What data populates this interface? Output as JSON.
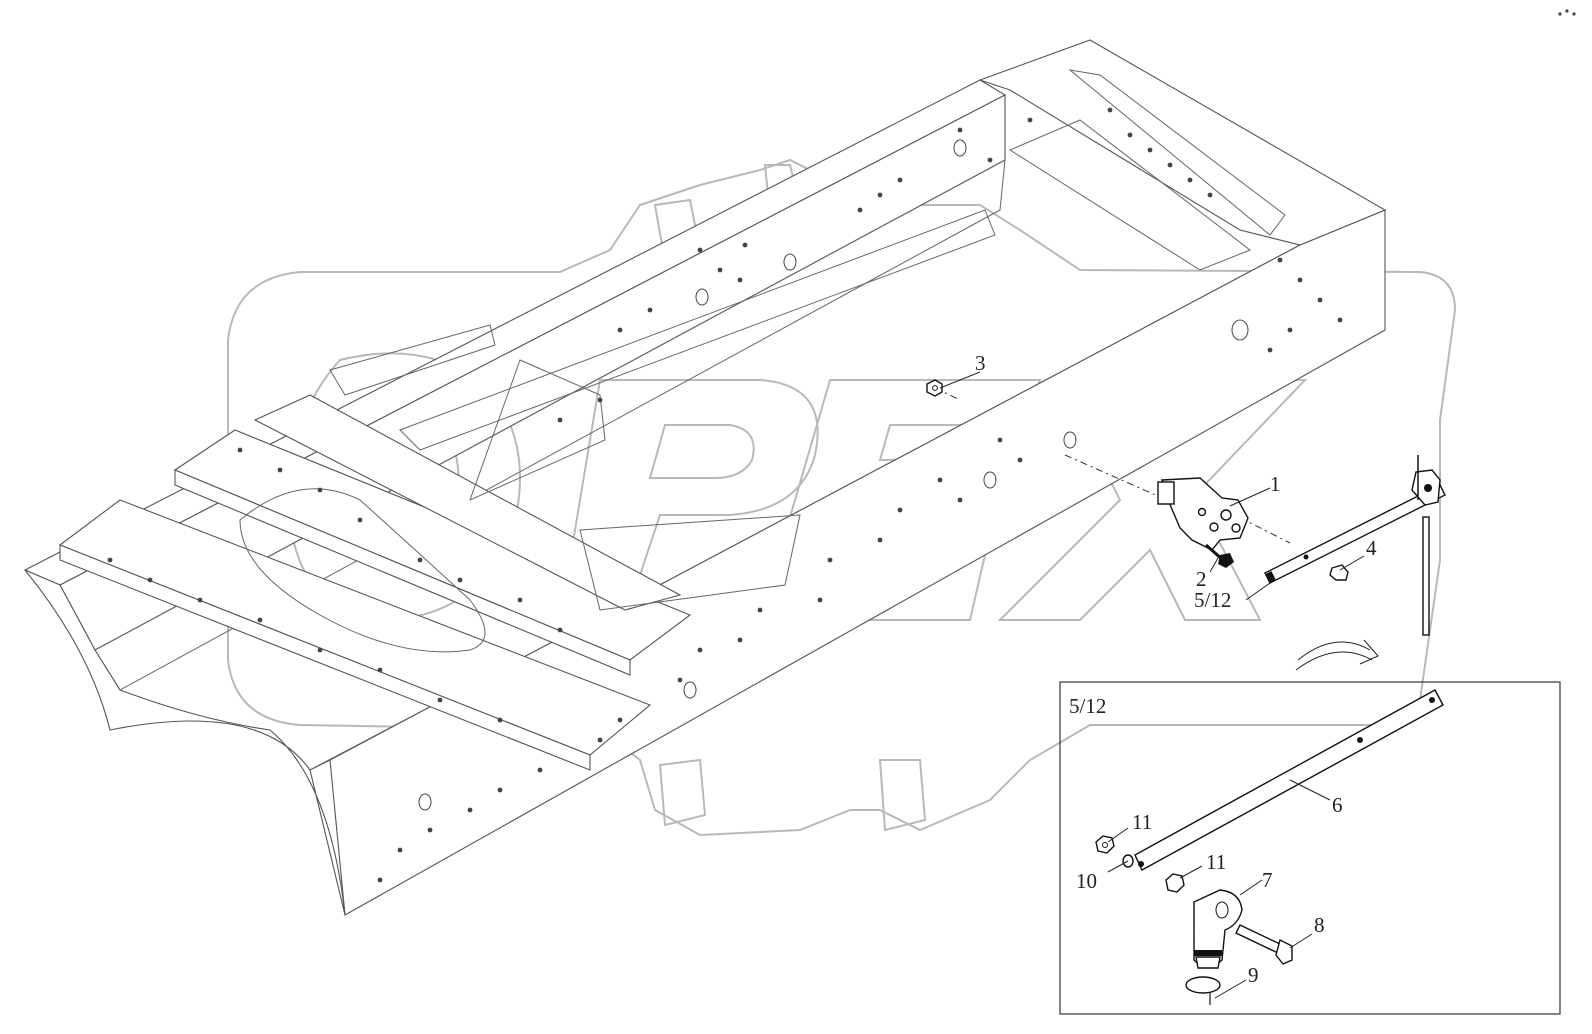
{
  "watermark": {
    "text": "OPEX"
  },
  "callouts": {
    "c1": "1",
    "c2": "2",
    "c3": "3",
    "c4": "4",
    "c512": "5/12"
  },
  "detail": {
    "title": "5/12",
    "c6": "6",
    "c7": "7",
    "c8": "8",
    "c9": "9",
    "c10": "10",
    "c11a": "11",
    "c11b": "11"
  }
}
